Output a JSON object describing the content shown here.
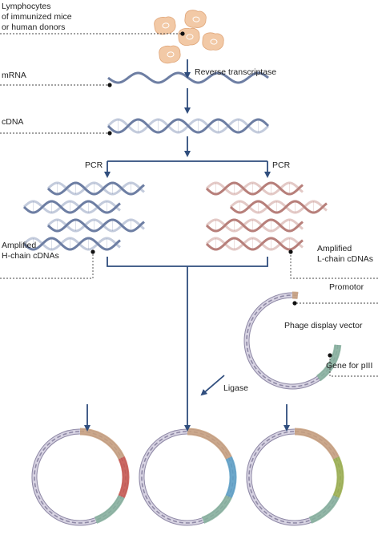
{
  "labels": {
    "lymphocytes": "Lymphocytes",
    "lymphocytes_line2": "of immunized mice",
    "lymphocytes_line3": "or human donors",
    "mrna": "mRNA",
    "reverse_transcriptase": "Reverse transcriptase",
    "cdna": "cDNA",
    "pcr_left": "PCR",
    "pcr_right": "PCR",
    "amplified_h_line1": "Amplified",
    "amplified_h_line2": "H-chain cDNAs",
    "amplified_l_line1": "Amplified",
    "amplified_l_line2": "L-chain cDNAs",
    "promotor": "Promotor",
    "phage_display_vector": "Phage display vector",
    "gene_for_piii": "Gene for pIII",
    "ligase": "Ligase"
  },
  "colors": {
    "cell_fill": "#f2c9a6",
    "cell_outline": "#e0a679",
    "dna_blue": "#6d7ea3",
    "dna_blue_light": "#c3cbdc",
    "dna_red": "#b77f7a",
    "dna_red_light": "#e3c9c6",
    "plasmid": "#8f89a6",
    "plasmid_light": "#d7d3e2",
    "arrow": "#2f4d7d",
    "promoter_segment": "#c9a07c",
    "piii_segment": "#86b29c",
    "h_chain_insert": "#c9554b",
    "l_chain_insert": "#5aa0c7",
    "combined_insert": "#9bb04a"
  }
}
